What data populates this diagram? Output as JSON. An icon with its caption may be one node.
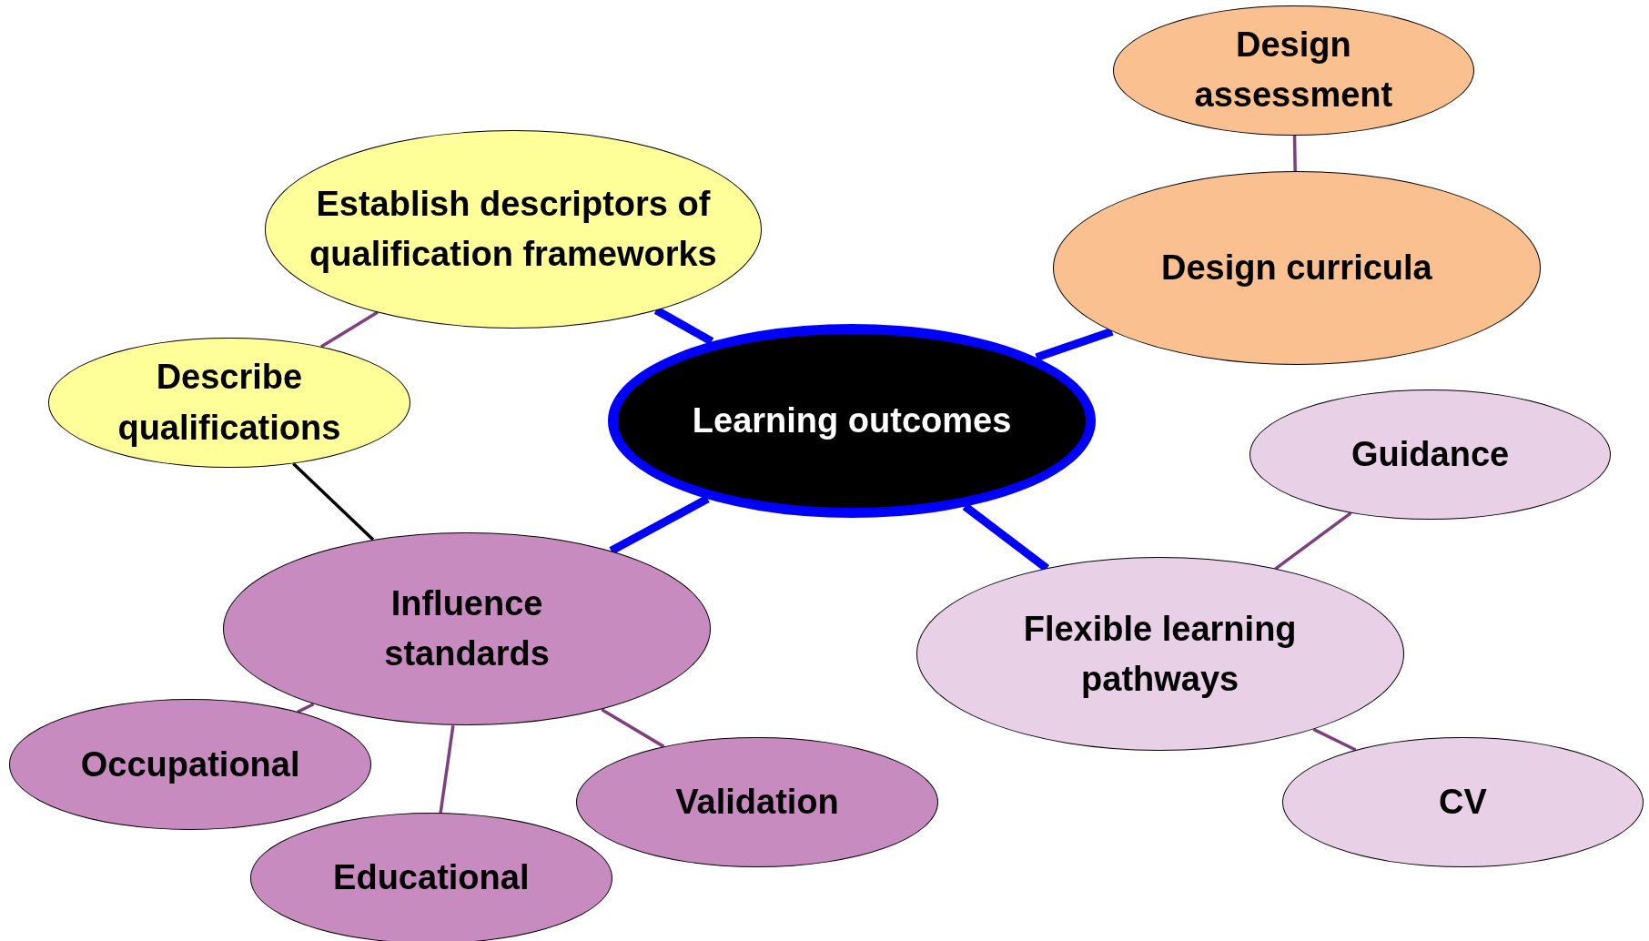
{
  "diagram": {
    "nodes": [
      {
        "text": [
          "Learning outcomes"
        ]
      },
      {
        "text": [
          "Establish descriptors of qualification frameworks"
        ]
      },
      {
        "text": [
          "Describe qualifications"
        ]
      },
      {
        "text": [
          "Design assessment"
        ]
      },
      {
        "text": [
          "Design curricula"
        ]
      },
      {
        "text": [
          "Influence standards"
        ]
      },
      {
        "text": [
          "Occupational"
        ]
      },
      {
        "text": [
          "Educational"
        ]
      },
      {
        "text": [
          "Validation"
        ]
      },
      {
        "text": [
          "Guidance"
        ]
      },
      {
        "text": [
          "Flexible learning pathways"
        ]
      },
      {
        "text": [
          "CV"
        ]
      }
    ],
    "edges": [
      {
        "from": 0,
        "to": 1,
        "arrow": "none",
        "style": "thick",
        "color": "#0000ff"
      },
      {
        "from": 0,
        "to": 4,
        "arrow": "none",
        "style": "thick",
        "color": "#0000ff"
      },
      {
        "from": 0,
        "to": 5,
        "arrow": "none",
        "style": "thick",
        "color": "#0000ff"
      },
      {
        "from": 0,
        "to": 10,
        "arrow": "none",
        "style": "thick",
        "color": "#0000ff"
      },
      {
        "from": 1,
        "to": 2,
        "arrow": "none"
      },
      {
        "from": 2,
        "to": 5,
        "arrow": "none",
        "color": "#000000"
      },
      {
        "from": 3,
        "to": 4,
        "arrow": "none"
      },
      {
        "from": 5,
        "to": 6,
        "arrow": "none"
      },
      {
        "from": 5,
        "to": 7,
        "arrow": "none"
      },
      {
        "from": 5,
        "to": 8,
        "arrow": "none"
      },
      {
        "from": 10,
        "to": 9,
        "arrow": "none"
      },
      {
        "from": 10,
        "to": 11,
        "arrow": "none"
      }
    ]
  }
}
